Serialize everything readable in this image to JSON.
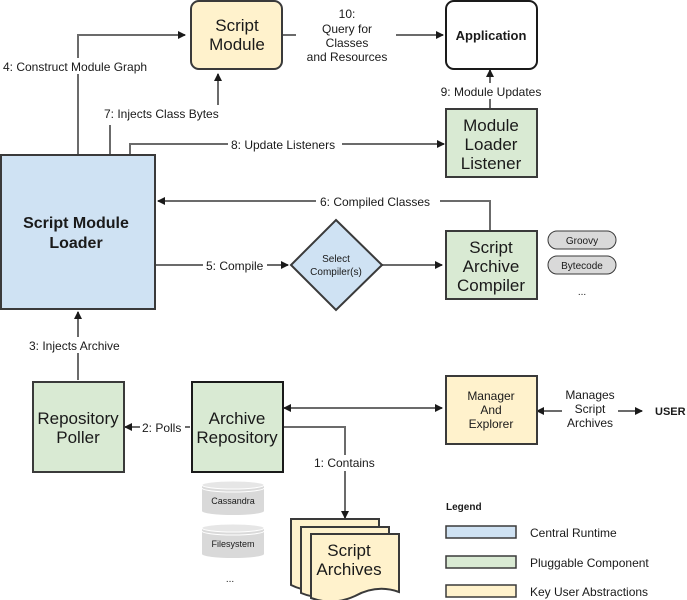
{
  "diagram": {
    "colors": {
      "central_runtime": "#cfe2f3",
      "pluggable_component": "#d9ead3",
      "key_user_abstraction": "#fff2cc",
      "neutral_pill": "#d9d9d9",
      "line": "#6b6b6b",
      "border": "#3a3a3a"
    },
    "nodes": {
      "script_module": [
        "Script",
        "Module"
      ],
      "application": "Application",
      "module_loader_listener": [
        "Module",
        "Loader",
        "Listener"
      ],
      "script_module_loader": [
        "Script Module",
        "Loader"
      ],
      "select_compilers": [
        "Select",
        "Compiler(s)"
      ],
      "script_archive_compiler": [
        "Script",
        "Archive",
        "Compiler"
      ],
      "repository_poller": [
        "Repository",
        "Poller"
      ],
      "archive_repository": [
        "Archive",
        "Repository"
      ],
      "manager_and_explorer": [
        "Manager",
        "And",
        "Explorer"
      ],
      "script_archives": [
        "Script",
        "Archives"
      ],
      "user": "USER"
    },
    "compilers": [
      "Groovy",
      "Bytecode",
      "..."
    ],
    "storages": [
      "Cassandra",
      "Filesystem",
      "..."
    ],
    "edges": {
      "e1": "1: Contains",
      "e2": "2: Polls",
      "e3": "3: Injects Archive",
      "e4": "4: Construct Module Graph",
      "e5": "5: Compile",
      "e6": "6: Compiled Classes",
      "e7": "7: Injects Class Bytes",
      "e8": "8: Update Listeners",
      "e9": "9: Module Updates",
      "e10": [
        "10:",
        "Query for",
        "Classes",
        "and Resources"
      ],
      "manages": [
        "Manages",
        "Script",
        "Archives"
      ]
    },
    "legend": {
      "title": "Legend",
      "items": [
        "Central Runtime",
        "Pluggable Component",
        "Key User Abstractions"
      ]
    }
  }
}
